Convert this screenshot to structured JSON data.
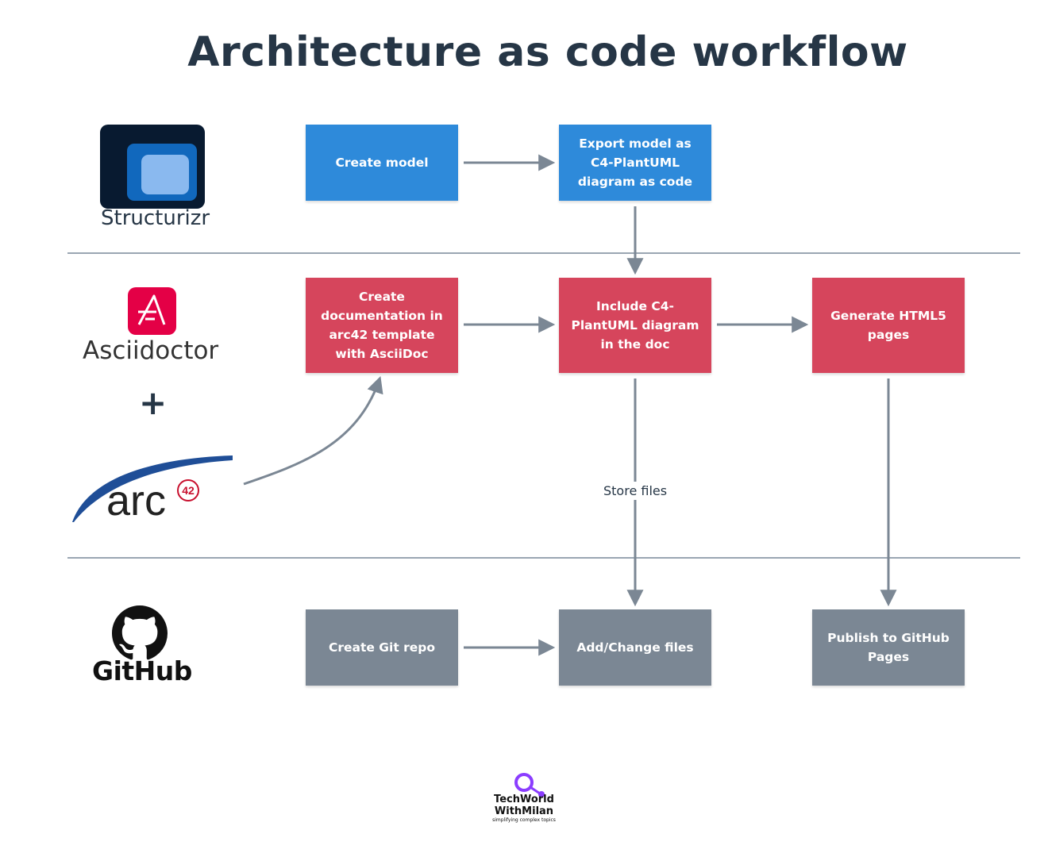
{
  "title": "Architecture as code workflow",
  "logos": {
    "structurizr": "Structurizr",
    "asciidoctor": "Asciidoctor",
    "plus": "+",
    "arc": "arc",
    "arc_superscript": "42",
    "github": "GitHub",
    "footer_line1": "TechWorld",
    "footer_line2": "WithMilan",
    "footer_tagline": "simplifying complex topics"
  },
  "nodes": {
    "create_model": "Create model",
    "export_model": "Export model as C4-PlantUML diagram as code",
    "create_docs": "Create documentation in arc42 template with AsciiDoc",
    "include_diagram": "Include C4-PlantUML diagram in the doc",
    "generate_html": "Generate HTML5 pages",
    "create_repo": "Create Git repo",
    "add_change_files": "Add/Change files",
    "publish_pages": "Publish to GitHub Pages"
  },
  "edge_labels": {
    "store_files": "Store files"
  },
  "colors": {
    "title": "#263646",
    "structurizr_lane": "#2e8ada",
    "asciidoc_lane": "#d6455c",
    "github_lane": "#7b8794",
    "connector": "#7b8794",
    "divider": "#9aa6b2"
  }
}
